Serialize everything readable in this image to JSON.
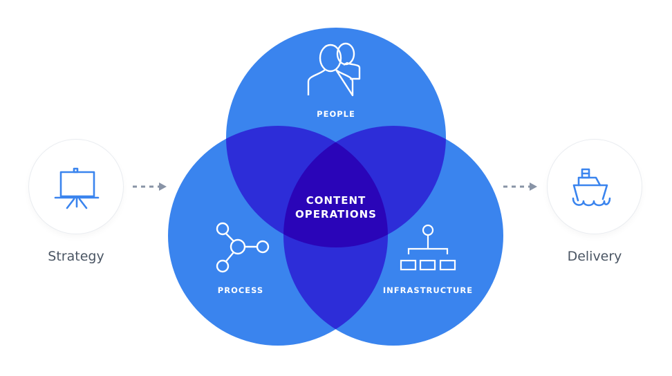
{
  "colors": {
    "circle": "#3a84ee",
    "pair_overlap": "#2d2dd8",
    "center_overlap": "#2a05b8",
    "icon_stroke": "#3a84ee",
    "label_text": "#4a5563",
    "arrow": "#8893a6"
  },
  "left_node": {
    "label": "Strategy",
    "icon": "presentation-easel-icon"
  },
  "right_node": {
    "label": "Delivery",
    "icon": "ship-icon"
  },
  "venn": {
    "top": {
      "label": "PEOPLE",
      "icon": "people-icon"
    },
    "left": {
      "label": "PROCESS",
      "icon": "process-nodes-icon"
    },
    "right": {
      "label": "INFRASTRUCTURE",
      "icon": "hierarchy-icon"
    },
    "center": {
      "line1": "CONTENT",
      "line2": "OPERATIONS"
    }
  }
}
